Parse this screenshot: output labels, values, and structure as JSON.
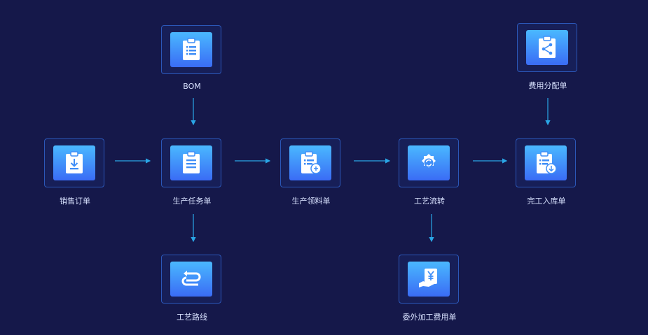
{
  "nodes": {
    "bom": "BOM",
    "sales_order": "销售订单",
    "production_task": "生产任务单",
    "production_material": "生产领料单",
    "process_flow": "工艺流转",
    "completion_inbound": "完工入库单",
    "cost_allocation": "费用分配单",
    "process_route": "工艺路线",
    "outsourcing_cost": "委外加工费用单"
  },
  "colors": {
    "background": "#15184a",
    "node_border": "#2b57b8",
    "node_fill": "#171f58",
    "icon_gradient_top": "#4ab8ff",
    "icon_gradient_bottom": "#3a6cf5",
    "arrow": "#2aa6e6",
    "label": "#d9e2ff"
  },
  "icons": {
    "bom": "clipboard-list-icon",
    "sales_order": "clipboard-download-icon",
    "production_task": "clipboard-text-icon",
    "production_material": "clipboard-receive-icon",
    "process_flow": "gear-cycle-icon",
    "completion_inbound": "clipboard-arrow-down-icon",
    "cost_allocation": "clipboard-share-icon",
    "process_route": "route-loop-icon",
    "outsourcing_cost": "hand-yen-icon"
  }
}
